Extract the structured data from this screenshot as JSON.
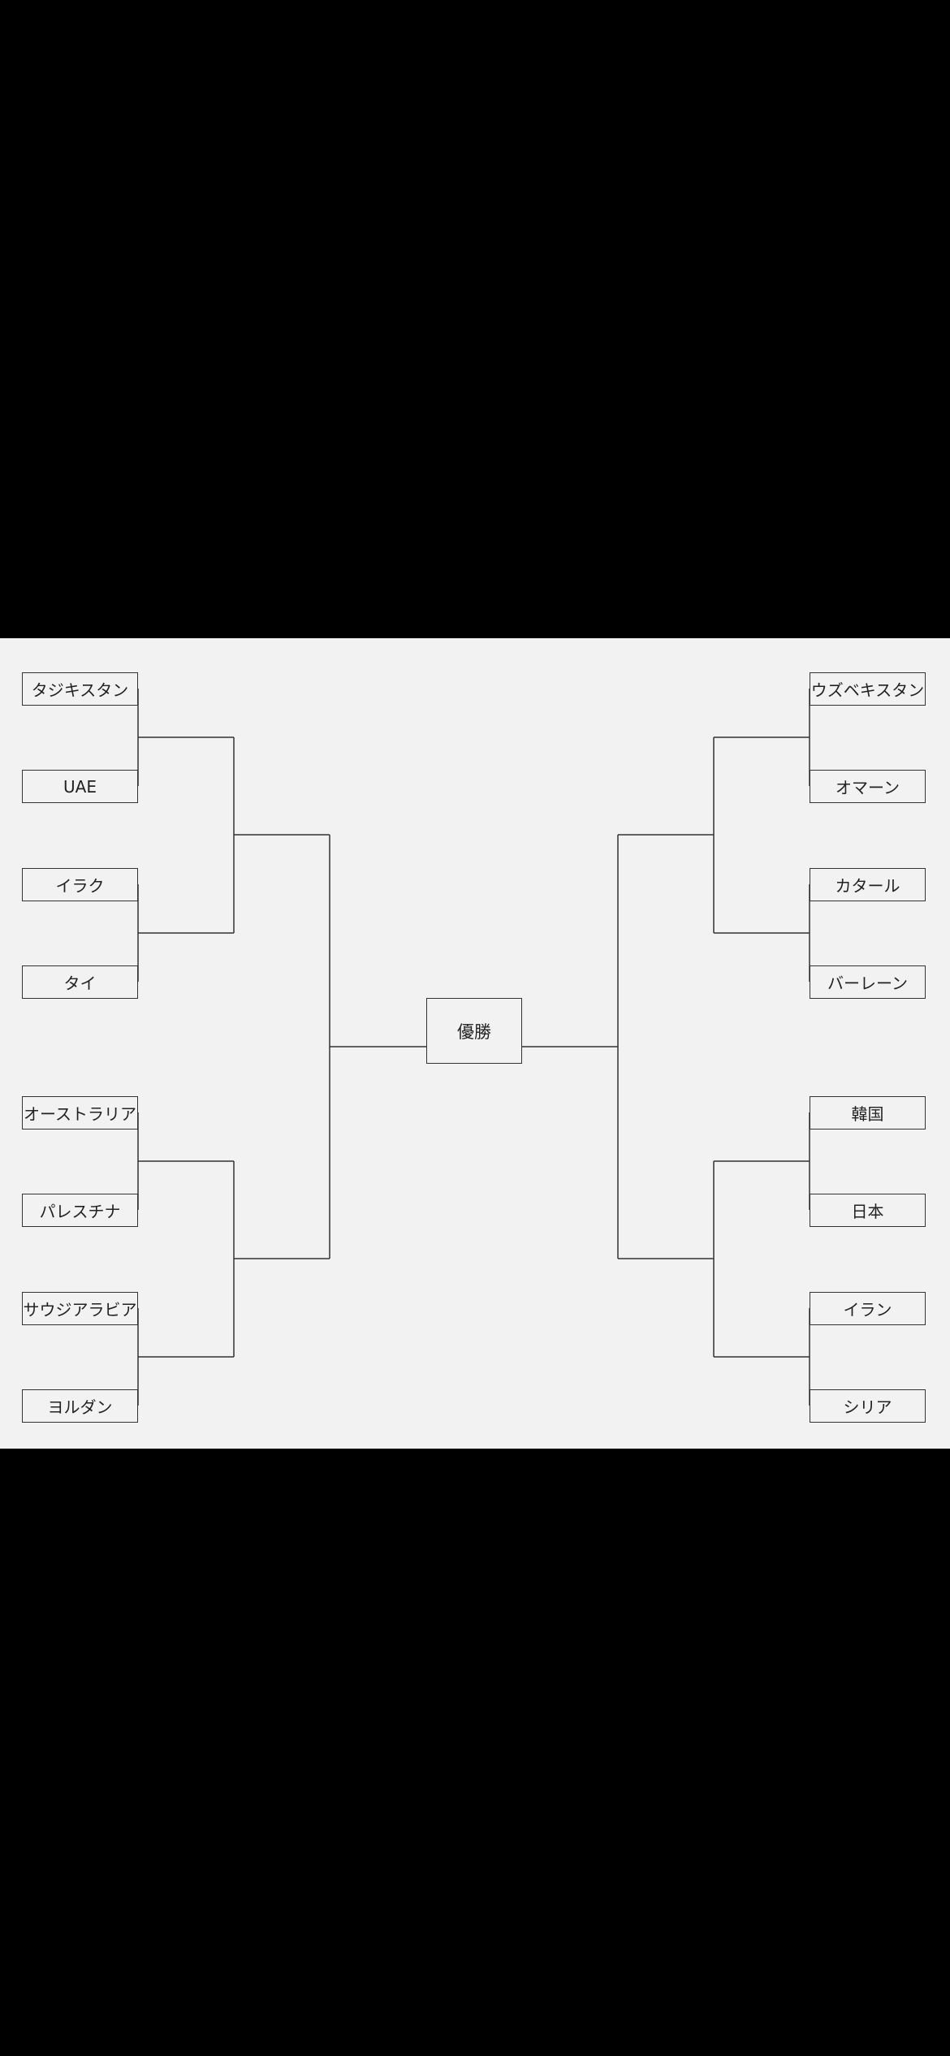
{
  "bracket": {
    "champion_label": "優勝",
    "left_teams": [
      "タジキスタン",
      "UAE",
      "イラク",
      "タイ",
      "オーストラリア",
      "パレスチナ",
      "サウジアラビア",
      "ヨルダン"
    ],
    "right_teams": [
      "ウズベキスタン",
      "オマーン",
      "カタール",
      "バーレーン",
      "韓国",
      "日本",
      "イラン",
      "シリア"
    ]
  }
}
